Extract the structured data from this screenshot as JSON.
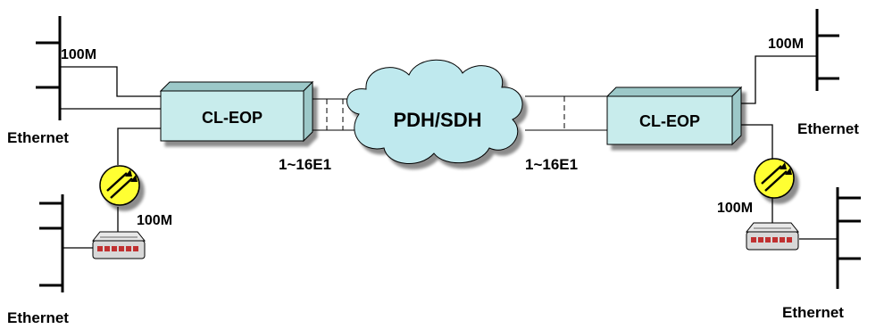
{
  "labels": {
    "left_top_speed": "100M",
    "left_top_network": "Ethernet",
    "left_device": "CL-EOP",
    "left_link": "1~16E1",
    "cloud": "PDH/SDH",
    "right_link": "1~16E1",
    "right_device": "CL-EOP",
    "right_top_speed": "100M",
    "right_top_network": "Ethernet",
    "left_bottom_speed": "100M",
    "left_bottom_network": "Ethernet",
    "right_bottom_speed": "100M",
    "right_bottom_network": "Ethernet"
  },
  "icons": {
    "router": "router-icon",
    "switch": "switch-icon",
    "cloud": "cloud-icon"
  },
  "colors": {
    "box_face": "#c8ecec",
    "box_shade": "#9cc8c8",
    "cloud_fill": "#bfe9ee",
    "router_fill": "#ffff33",
    "line": "#000000"
  }
}
